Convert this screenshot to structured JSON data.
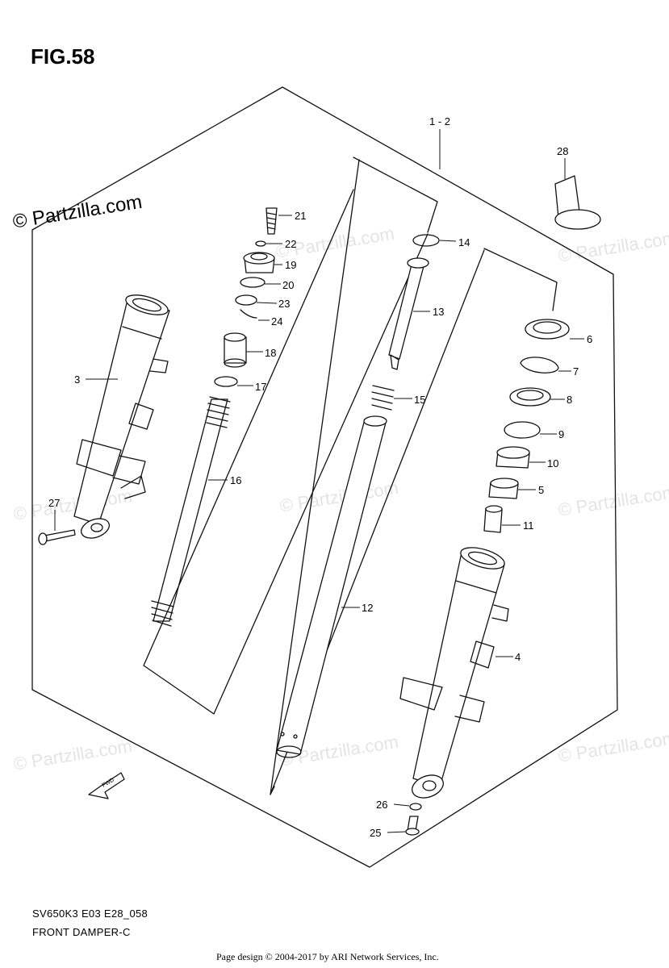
{
  "figure_title": "FIG.58",
  "brand": "© Partzilla.com",
  "watermark_text": "© Partzilla.com",
  "model_code": "SV650K3 E03 E28_058",
  "caption": "FRONT DAMPER-C",
  "page_credit": "Page design © 2004-2017 by ARI Network Services, Inc.",
  "fwd_label": "FWD",
  "callouts": {
    "c1_2": "1 - 2",
    "c3": "3",
    "c4": "4",
    "c5": "5",
    "c6": "6",
    "c7": "7",
    "c8": "8",
    "c9": "9",
    "c10": "10",
    "c11": "11",
    "c12": "12",
    "c13": "13",
    "c14": "14",
    "c15": "15",
    "c16": "16",
    "c17": "17",
    "c18": "18",
    "c19": "19",
    "c20": "20",
    "c21": "21",
    "c22": "22",
    "c23": "23",
    "c24": "24",
    "c25": "25",
    "c26": "26",
    "c27": "27",
    "c28": "28"
  }
}
